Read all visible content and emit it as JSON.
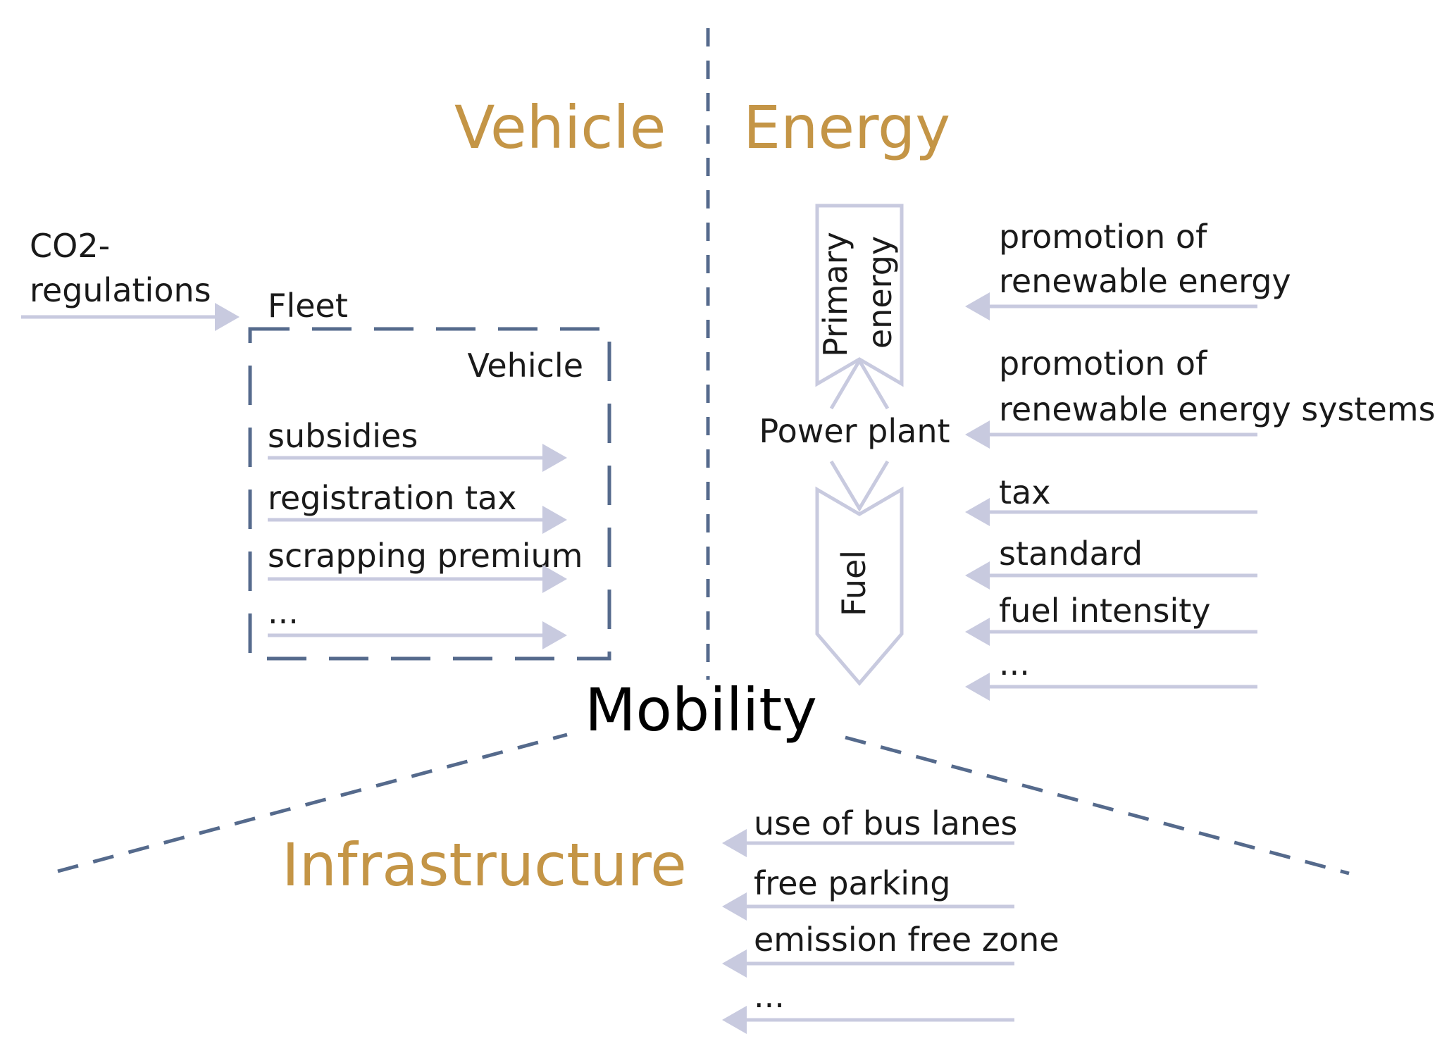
{
  "colors": {
    "section_title": "#c49546",
    "arrow": "#c8cadf",
    "dashed_line": "#556a8c",
    "text": "#1a1a1a"
  },
  "sections": {
    "vehicle": "Vehicle",
    "energy": "Energy",
    "infrastructure": "Infrastructure"
  },
  "center": "Mobility",
  "vehicle_side": {
    "co2_line1": "CO2-",
    "co2_line2": "regulations",
    "fleet": "Fleet",
    "box_title": "Vehicle",
    "measures": [
      "subsidies",
      "registration tax",
      "scrapping premium",
      "..."
    ]
  },
  "energy_side": {
    "chain": {
      "primary_line1": "Primary",
      "primary_line2": "energy",
      "power_plant": "Power plant",
      "fuel": "Fuel"
    },
    "promo1_line1": "promotion of",
    "promo1_line2": "renewable energy",
    "promo2_line1": "promotion of",
    "promo2_line2": "renewable energy systems",
    "fuel_measures": [
      "tax",
      "standard",
      "fuel intensity",
      "..."
    ]
  },
  "infrastructure_side": {
    "measures": [
      "use of bus lanes",
      "free parking",
      "emission free zone",
      "..."
    ]
  }
}
